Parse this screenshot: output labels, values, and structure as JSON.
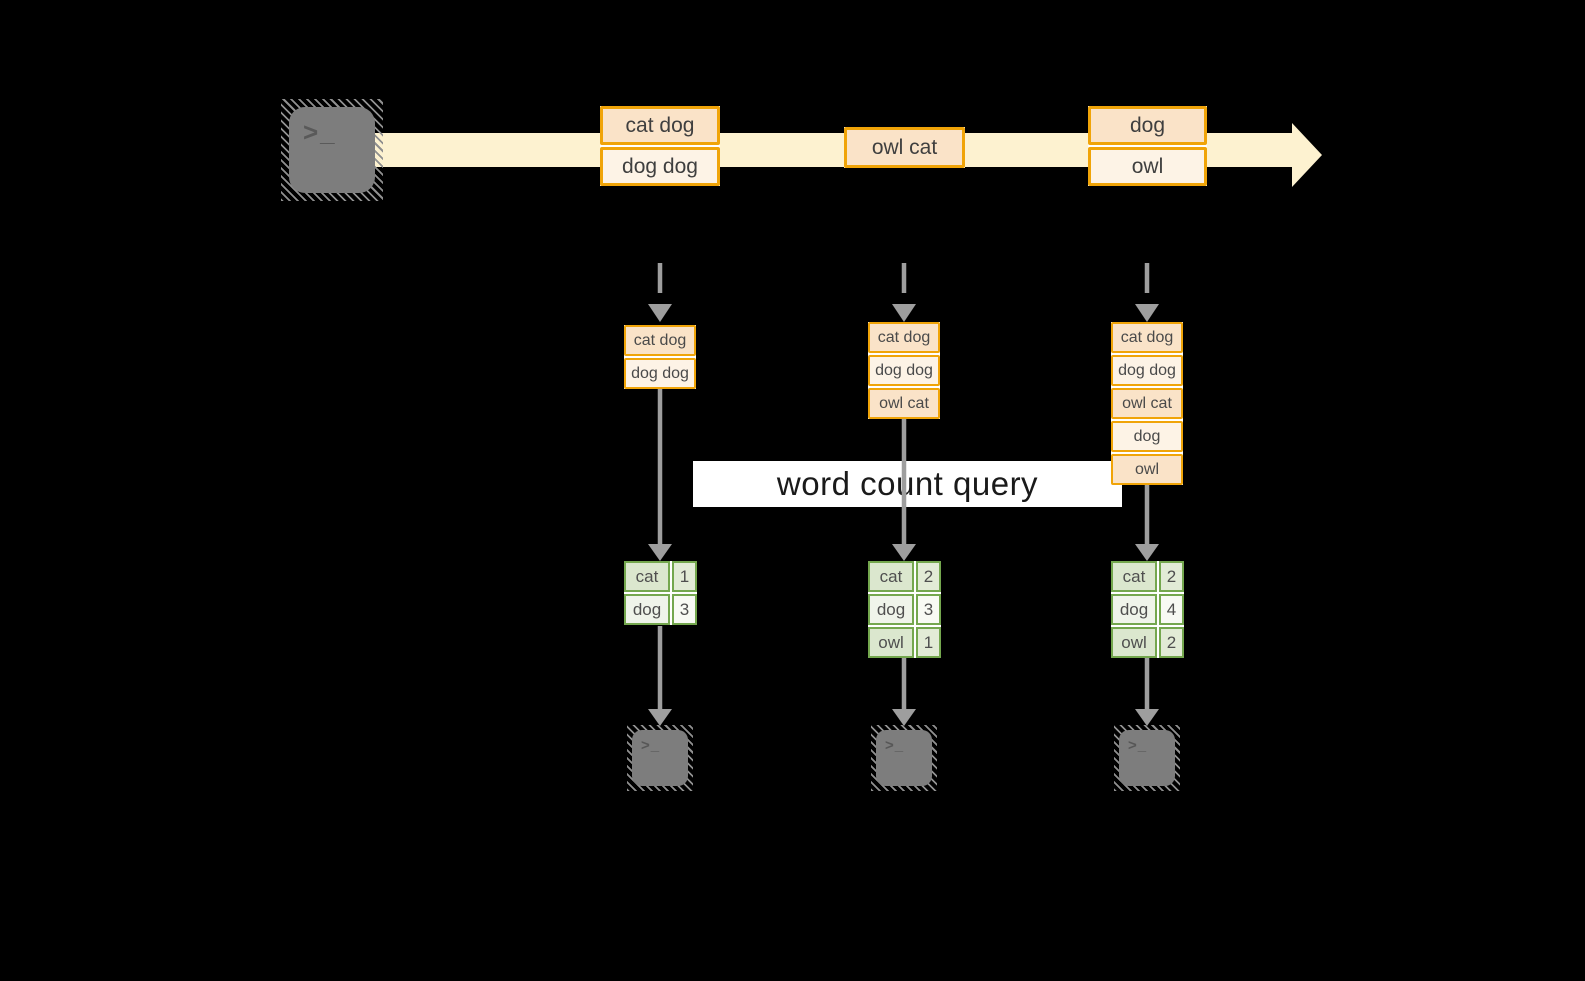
{
  "diagram": {
    "title_hint": "streaming word count",
    "label": {
      "text": "word count query"
    },
    "terminal_glyph": ">_",
    "stream": {
      "source_icon": "terminal-icon",
      "events": [
        {
          "group": [
            "cat dog",
            "dog dog"
          ]
        },
        {
          "group": [
            "owl cat"
          ]
        },
        {
          "group": [
            "dog",
            "owl"
          ]
        }
      ]
    },
    "columns": [
      {
        "stack": [
          "cat dog",
          "dog dog"
        ],
        "counts": [
          {
            "word": "cat",
            "count": "1"
          },
          {
            "word": "dog",
            "count": "3"
          }
        ]
      },
      {
        "stack": [
          "cat dog",
          "dog dog",
          "owl cat"
        ],
        "counts": [
          {
            "word": "cat",
            "count": "2"
          },
          {
            "word": "dog",
            "count": "3"
          },
          {
            "word": "owl",
            "count": "1"
          }
        ]
      },
      {
        "stack": [
          "cat dog",
          "dog dog",
          "owl cat",
          "dog",
          "owl"
        ],
        "counts": [
          {
            "word": "cat",
            "count": "2"
          },
          {
            "word": "dog",
            "count": "4"
          },
          {
            "word": "owl",
            "count": "2"
          }
        ]
      }
    ],
    "colors": {
      "background": "#000000",
      "stream_band": "#FDF2D0",
      "event_border": "#F0A408",
      "event_fill_dark": "#FAE3C8",
      "event_fill_light": "#FDF3E6",
      "table_border": "#74A74E",
      "table_fill_dark": "#DBE7CE",
      "table_fill_light": "#EFF4EA",
      "arrow_gray": "#9E9E9E",
      "terminal_gray": "#7D7D7D",
      "label_background": "#FFFFFF"
    }
  }
}
